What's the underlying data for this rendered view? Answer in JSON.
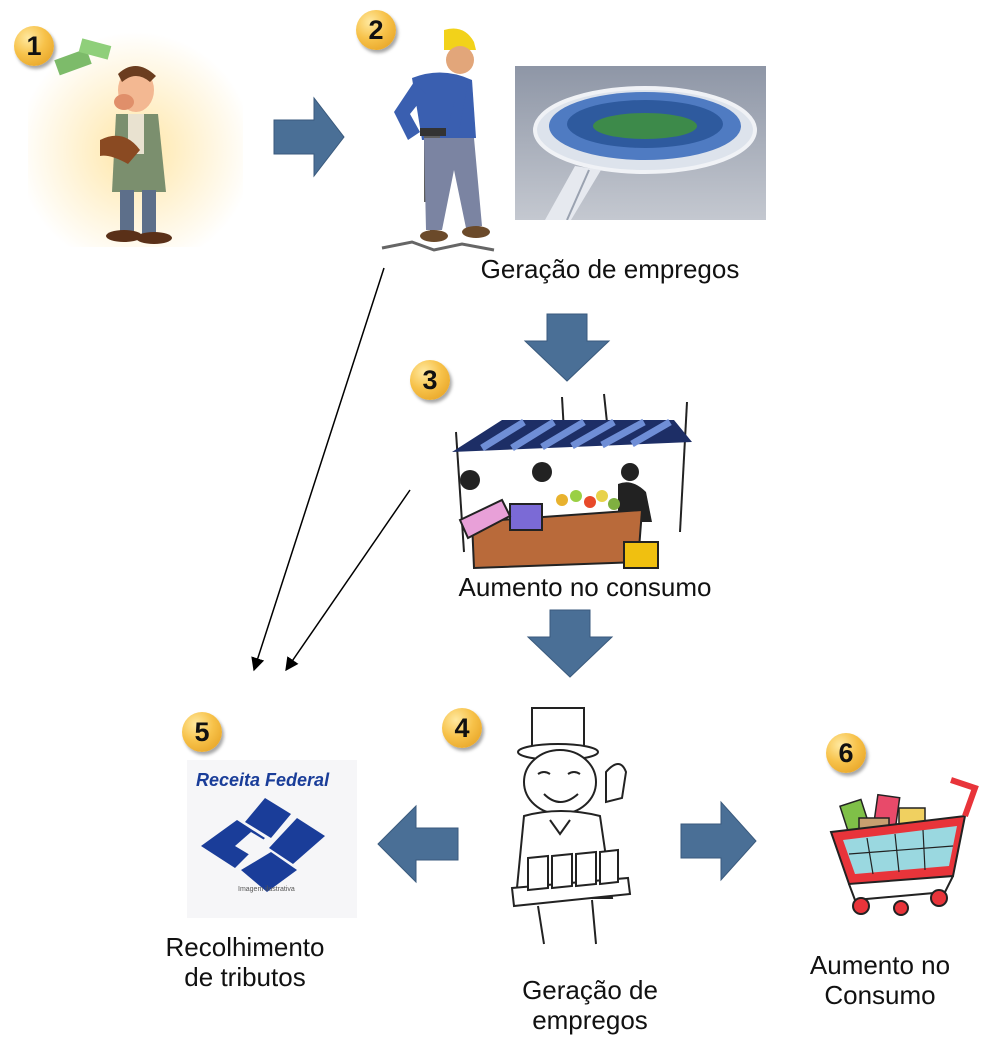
{
  "badges": [
    "1",
    "2",
    "3",
    "4",
    "5",
    "6"
  ],
  "labels": {
    "step2": "Geração de empregos",
    "step3": "Aumento no consumo",
    "step4_line1": "Geração de",
    "step4_line2": "empregos",
    "step5_line1": "Recolhimento",
    "step5_line2": "de tributos",
    "step6_line1": "Aumento no",
    "step6_line2": "Consumo"
  },
  "receita_logo": {
    "title": "Receita Federal",
    "caption": "Imagem ilustrativa"
  },
  "colors": {
    "arrow_fill": "#4a6f96",
    "badge": "#f2b830",
    "logo_blue": "#1a3d99"
  },
  "icons": [
    "man-with-wallet-icon",
    "construction-worker-icon",
    "stadium-image",
    "market-stall-icon",
    "vendor-icon",
    "receita-federal-logo",
    "shopping-cart-icon"
  ]
}
